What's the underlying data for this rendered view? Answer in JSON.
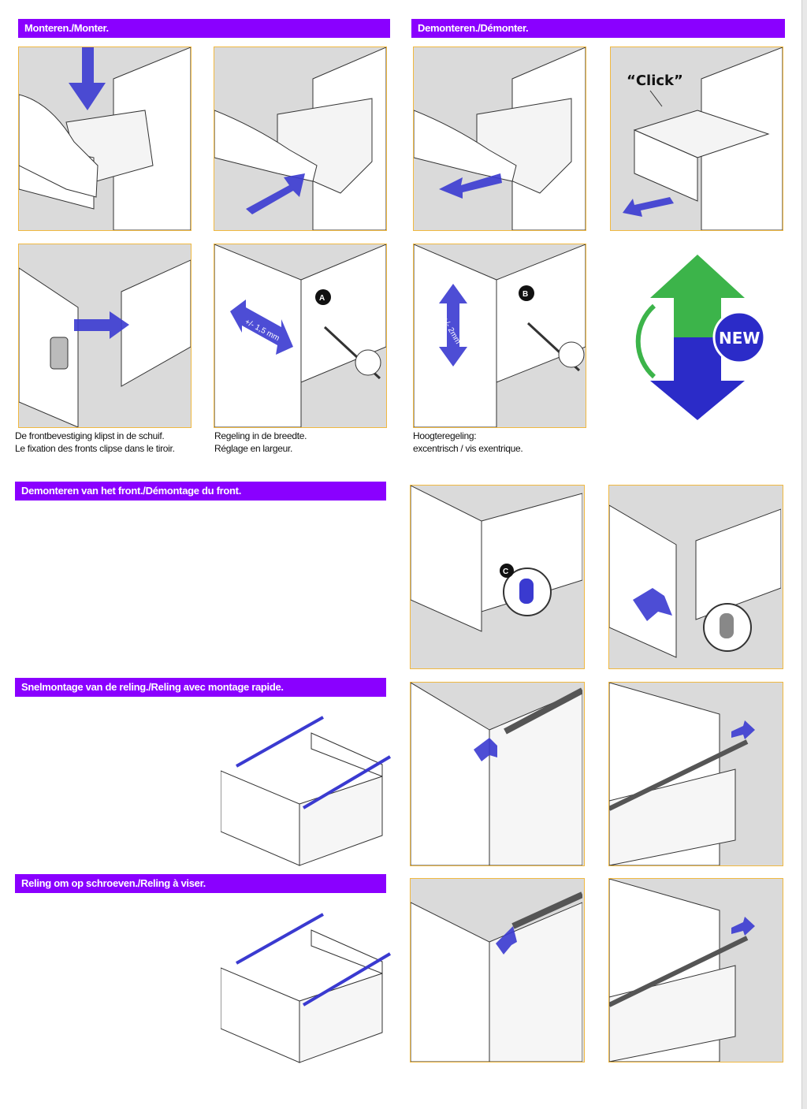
{
  "headers": {
    "montage": "Monteren./Monter.",
    "demontage": "Demonteren./Démonter.",
    "front_removal": "Demonteren van het front./Démontage du front.",
    "quick_railing": "Snelmontage van de reling./Reling avec montage rapide.",
    "screw_railing": "Reling om op schroeven./Reling à viser."
  },
  "captions": {
    "clip_nl": "De frontbevestiging klipst in de schuif.",
    "clip_fr": "Le fixation des fronts clipse dans le tiroir.",
    "width_nl": "Regeling in de breedte.",
    "width_fr": "Réglage en largeur.",
    "height_nl": "Hoogteregeling:",
    "height_fr": "excentrisch / vis exentrique."
  },
  "labels": {
    "click": "“Click”",
    "width_adjust": "+/- 1,5 mm",
    "height_adjust": "+/- 2mm",
    "marker_a": "A",
    "marker_b": "B",
    "marker_c": "C",
    "new_badge": "NEW"
  },
  "colors": {
    "header_bg": "#8a00ff",
    "panel_border": "#f0b840",
    "arrow_blue": "#3a3ad0",
    "new_green": "#3cb44a",
    "new_blue": "#2b2bc8"
  }
}
